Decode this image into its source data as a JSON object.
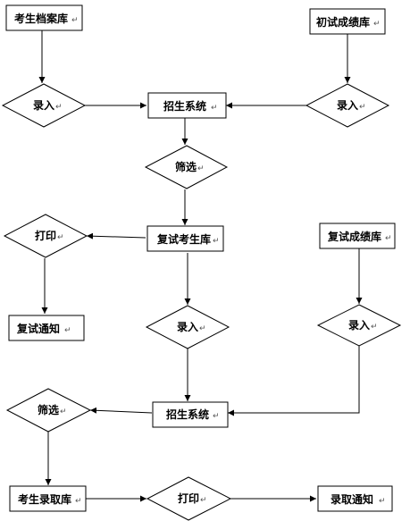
{
  "diagram": {
    "return_mark": "↵",
    "nodes": {
      "student_archive": "考生档案库",
      "initial_scores": "初试成绩库",
      "entry_left": "录入",
      "entry_right": "录入",
      "admission_system_1": "招生系统",
      "screening_1": "筛选",
      "retest_candidates": "复试考生库",
      "print_1": "打印",
      "retest_notice": "复试通知",
      "retest_scores": "复试成绩库",
      "entry_mid": "录入",
      "entry_right_2": "录入",
      "admission_system_2": "招生系统",
      "screening_2": "筛选",
      "admitted_students": "考生录取库",
      "print_2": "打印",
      "admission_notice": "录取通知"
    }
  }
}
